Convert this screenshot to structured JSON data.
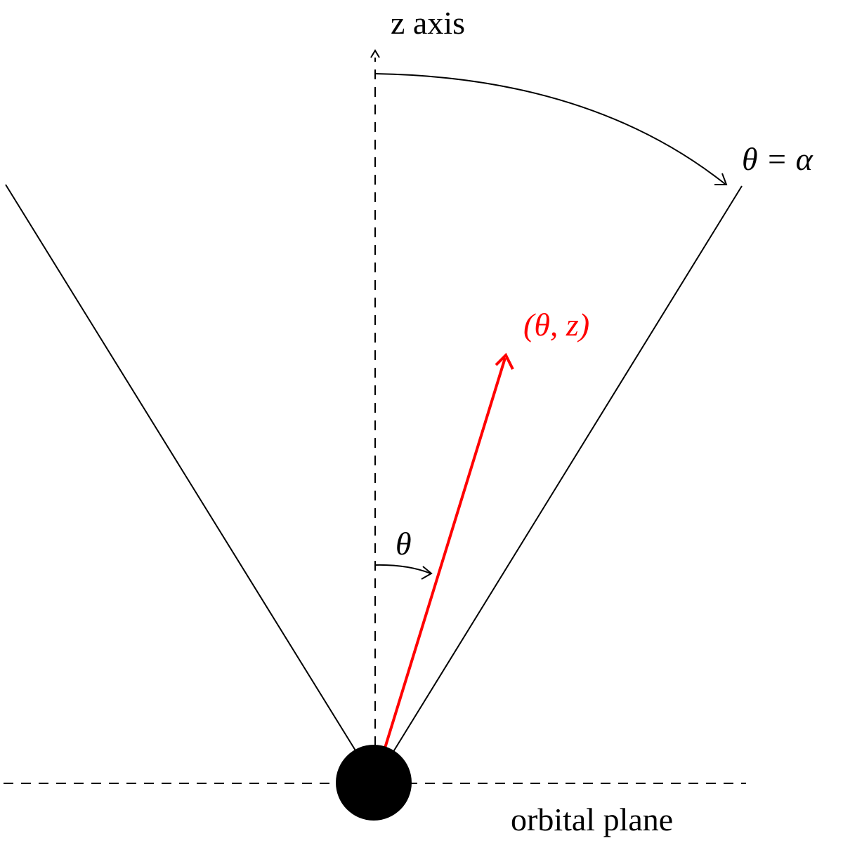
{
  "labels": {
    "z_axis": "z axis",
    "cone_edge": "θ = α",
    "point": "(θ, z)",
    "angle": "θ",
    "orbital_plane": "orbital plane"
  },
  "colors": {
    "ink": "#000000",
    "vector": "#ff0000",
    "background": "#ffffff"
  }
}
